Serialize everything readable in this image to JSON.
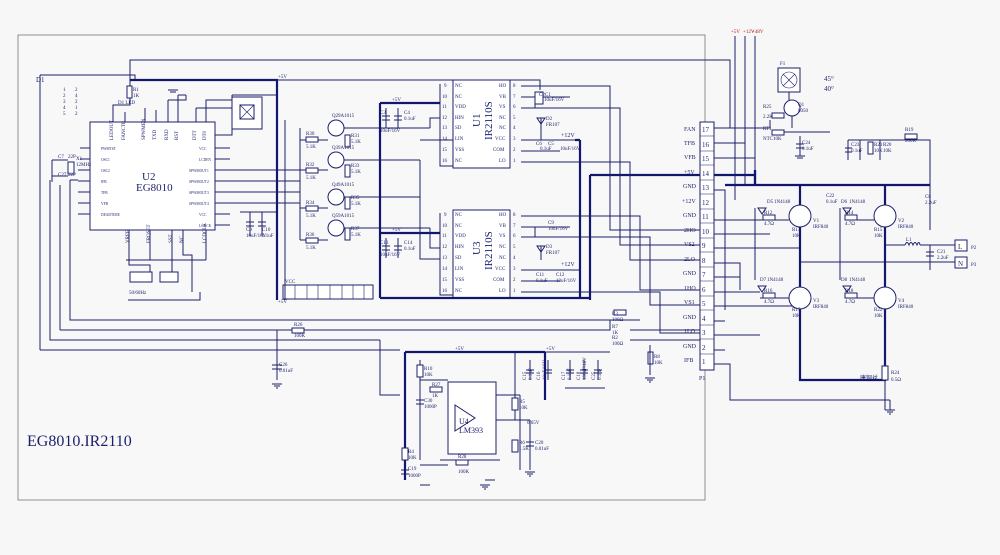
{
  "title": "EG8010.IR2110",
  "corner_label": "D1",
  "corner_numbers": [
    "1",
    "2",
    "3",
    "4",
    "5",
    "2",
    "4",
    "2",
    "1",
    "2"
  ],
  "angles": [
    "45°",
    "40°"
  ],
  "top_power_labels": [
    "+5V",
    "+12V",
    "+48V"
  ],
  "u2": {
    "ref": "U2",
    "part": "EG8010",
    "top_pins": [
      "LEDOUT",
      "FANCTR",
      "SPWMEN",
      "TXD",
      "RXD",
      "RST",
      "DTT",
      "DT0"
    ],
    "bottom_pins": [
      "VREF",
      "FRQSET",
      "SST",
      "NC",
      "LCDCLK"
    ],
    "left_pins": [
      "PWMTST",
      "OSC1",
      "OSC2",
      "IFB",
      "TFB",
      "VFB",
      "DEADTIME"
    ],
    "right_pins": [
      "VCC",
      "LCDEN",
      "SPWMOUT1",
      "SPWMOUT2",
      "SPWMOUT3",
      "SPWMOUT4",
      "VCC",
      "LCDCK"
    ]
  },
  "u1": {
    "ref": "U1",
    "part": "IR2110S",
    "left_pins": [
      {
        "n": "9",
        "name": "NC"
      },
      {
        "n": "10",
        "name": "NC"
      },
      {
        "n": "11",
        "name": "VDD"
      },
      {
        "n": "12",
        "name": "HIN"
      },
      {
        "n": "13",
        "name": "SD"
      },
      {
        "n": "14",
        "name": "LIN"
      },
      {
        "n": "15",
        "name": "VSS"
      },
      {
        "n": "16",
        "name": "NC"
      }
    ],
    "right_pins": [
      {
        "n": "8",
        "name": "HO"
      },
      {
        "n": "7",
        "name": "VB"
      },
      {
        "n": "6",
        "name": "VS"
      },
      {
        "n": "5",
        "name": "NC"
      },
      {
        "n": "4",
        "name": "NC"
      },
      {
        "n": "3",
        "name": "VCC"
      },
      {
        "n": "2",
        "name": "COM"
      },
      {
        "n": "1",
        "name": "LO"
      }
    ]
  },
  "u3": {
    "ref": "U3",
    "part": "IR2110S",
    "left_pins": [
      {
        "n": "9",
        "name": "NC"
      },
      {
        "n": "10",
        "name": "NC"
      },
      {
        "n": "11",
        "name": "VDD"
      },
      {
        "n": "12",
        "name": "HIN"
      },
      {
        "n": "13",
        "name": "SD"
      },
      {
        "n": "14",
        "name": "LIN"
      },
      {
        "n": "15",
        "name": "VSS"
      },
      {
        "n": "16",
        "name": "NC"
      }
    ],
    "right_pins": [
      {
        "n": "8",
        "name": "HO"
      },
      {
        "n": "7",
        "name": "VB"
      },
      {
        "n": "6",
        "name": "VS"
      },
      {
        "n": "5",
        "name": "NC"
      },
      {
        "n": "4",
        "name": "NC"
      },
      {
        "n": "3",
        "name": "VCC"
      },
      {
        "n": "2",
        "name": "COM"
      },
      {
        "n": "1",
        "name": "LO"
      }
    ]
  },
  "u4": {
    "ref": "U4",
    "part": "LM393"
  },
  "p1": {
    "ref": "P1",
    "pins": [
      {
        "n": "17",
        "name": "FAN"
      },
      {
        "n": "16",
        "name": "TFB"
      },
      {
        "n": "15",
        "name": "VFB"
      },
      {
        "n": "14",
        "name": "+5V"
      },
      {
        "n": "13",
        "name": "GND"
      },
      {
        "n": "12",
        "name": "+12V"
      },
      {
        "n": "11",
        "name": "GND"
      },
      {
        "n": "10",
        "name": "2HO"
      },
      {
        "n": "9",
        "name": "VS2"
      },
      {
        "n": "8",
        "name": "2LO"
      },
      {
        "n": "7",
        "name": "GND"
      },
      {
        "n": "6",
        "name": "1HO"
      },
      {
        "n": "5",
        "name": "VS1"
      },
      {
        "n": "4",
        "name": "GND"
      },
      {
        "n": "3",
        "name": "1LO"
      },
      {
        "n": "2",
        "name": "GND"
      },
      {
        "n": "1",
        "name": "IFB"
      }
    ]
  },
  "nets": {
    "p5v": "+5V",
    "p12v": "+12V",
    "p065v": "0.65V"
  },
  "components": {
    "r1": [
      "R1",
      "1K"
    ],
    "d1": "D1 LED",
    "r30": [
      "R30",
      "5.1K"
    ],
    "r31": [
      "R31",
      "5.1K"
    ],
    "r32": [
      "R32",
      "5.1K"
    ],
    "r33": [
      "R33",
      "5.1K"
    ],
    "r34": [
      "R34",
      "5.1K"
    ],
    "r35": [
      "R35",
      "5.1K"
    ],
    "r36": [
      "R36",
      "5.1K"
    ],
    "r37": [
      "R37",
      "5.1K"
    ],
    "q2": [
      "Q2",
      "9A1015"
    ],
    "q3": [
      "Q3",
      "9A1015"
    ],
    "q4": [
      "Q4",
      "9A1015"
    ],
    "q5": [
      "Q5",
      "9A1015"
    ],
    "c3": [
      "C3",
      "10uF/16V"
    ],
    "c4": [
      "C4",
      "0.1uF"
    ],
    "c13": [
      "C13",
      "10uF/16V"
    ],
    "c14": [
      "C14",
      "0.1uF"
    ],
    "c9": [
      "C9",
      "10uF/16V"
    ],
    "c10": [
      "C10",
      "0.1uF"
    ],
    "c11": [
      "C11",
      "0.1uF"
    ],
    "c12": [
      "C12",
      "10uF/16V"
    ],
    "c2": [
      "C2",
      "10uF/16V"
    ],
    "c1": [
      "C1",
      "0.1uF"
    ],
    "d2": [
      "D2",
      "FR107"
    ],
    "d3": [
      "D3",
      "FR107"
    ],
    "c6": [
      "C6",
      "10uF/16V"
    ],
    "c5": [
      "C5",
      "0.1uF"
    ],
    "f1": "F1",
    "r25": [
      "R25",
      "2.2K"
    ],
    "q1": [
      "Q1",
      "8050"
    ],
    "rt1": [
      "RT1",
      "NTC10K"
    ],
    "c24": [
      "C24",
      "0.1uF"
    ],
    "c23": [
      "C23",
      "0.1uF"
    ],
    "r21": [
      "R21",
      "10K"
    ],
    "r19": [
      "R19",
      "200K"
    ],
    "r20": [
      "R20",
      "10K"
    ],
    "c22": [
      "C22",
      "0.1uF"
    ],
    "d5": [
      "D5",
      "1N4148"
    ],
    "r12": [
      "R12",
      "4.7Ω"
    ],
    "r13": [
      "R13",
      "10K"
    ],
    "v1": [
      "V1",
      "IRF840"
    ],
    "d6": [
      "D6",
      "1N4148"
    ],
    "r14": [
      "R14",
      "4.7Ω"
    ],
    "r15": [
      "R15",
      "10K"
    ],
    "v2": [
      "V2",
      "IRF840"
    ],
    "d7": [
      "D7",
      "1N4148"
    ],
    "r16": [
      "R16",
      "4.7Ω"
    ],
    "r17": [
      "R17",
      "10K"
    ],
    "v3": [
      "V3",
      "IRF840"
    ],
    "d8": [
      "D8",
      "1N4148"
    ],
    "r18": [
      "R18",
      "4.7Ω"
    ],
    "r22": [
      "R22",
      "10K"
    ],
    "v4": [
      "V4",
      "IRF840"
    ],
    "l1": "L1",
    "c21": [
      "C21",
      "2.2uF"
    ],
    "c8": [
      "C8",
      "2.2uF"
    ],
    "p2": "P2",
    "p3": "P3",
    "term_l": "L",
    "term_n": "N",
    "r24": [
      "R24",
      "0.5Ω"
    ],
    "kangtong": "康铜丝",
    "r2": [
      "R2",
      "100Ω"
    ],
    "r3": [
      "R3",
      "100Ω"
    ],
    "r7": [
      "R7",
      "1K"
    ],
    "r8": [
      "R8",
      "10K"
    ],
    "r26": [
      "R26",
      "100K"
    ],
    "c26": [
      "C26",
      "0.01uF"
    ],
    "r10": [
      "R10",
      "10K"
    ],
    "r27": [
      "R27",
      "1K"
    ],
    "c30": [
      "C30",
      "1000P"
    ],
    "r4": [
      "R4",
      "10K"
    ],
    "c19": [
      "C19",
      "1000P"
    ],
    "r28": [
      "R28",
      "100K"
    ],
    "r5": [
      "R5",
      "10K"
    ],
    "r6": [
      "R6",
      "1.5K"
    ],
    "c20": [
      "C20",
      "0.01uF"
    ],
    "c15": [
      "C15",
      "0.1uF"
    ],
    "c16": [
      "C16",
      "10uF/16V"
    ],
    "c17": [
      "C17",
      "0.1uF"
    ],
    "c18": [
      "C18",
      "100uF/16V"
    ],
    "c25": [
      "C25",
      "0.1uF"
    ],
    "c7": [
      "C7",
      "22P"
    ],
    "c27": [
      "C27",
      "22P"
    ],
    "x1": [
      "X1",
      "12MHz"
    ],
    "jp": "50/60Hz"
  }
}
